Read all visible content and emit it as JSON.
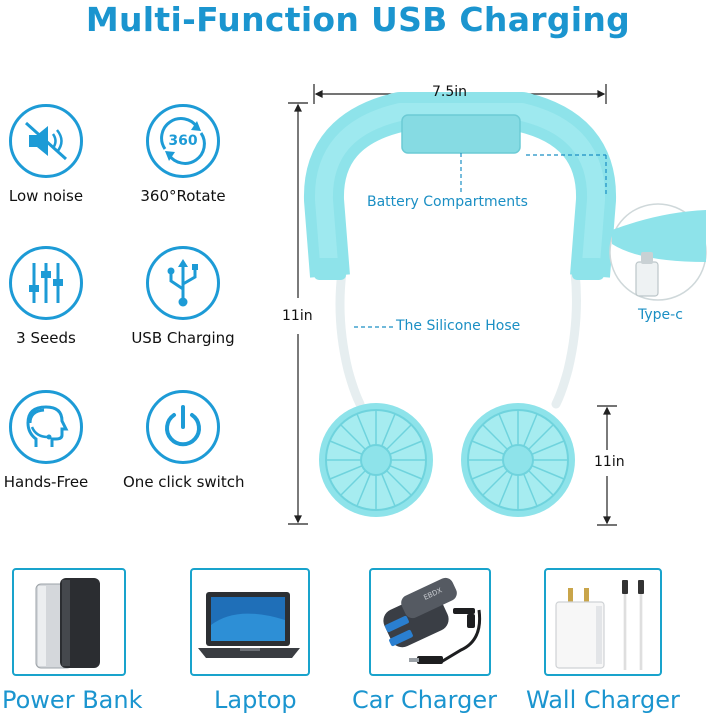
{
  "title": "Multi-Function USB Charging",
  "features": [
    {
      "label": "Low noise",
      "icon": "speaker-mute-icon"
    },
    {
      "label": "360°Rotate",
      "icon": "rotate-360-icon",
      "badge": "360"
    },
    {
      "label": "3 Seeds",
      "icon": "sliders-icon"
    },
    {
      "label": "USB Charging",
      "icon": "usb-icon"
    },
    {
      "label": "Hands-Free",
      "icon": "headset-person-icon"
    },
    {
      "label": "One click switch",
      "icon": "power-icon"
    }
  ],
  "dimensions": {
    "width": "7.5in",
    "height": "11in",
    "fan_height": "11in"
  },
  "annotations": {
    "battery": "Battery Compartments",
    "hose": "The Silicone Hose",
    "port": "Type-c"
  },
  "accessories": [
    {
      "label": "Power Bank",
      "icon": "power-bank-icon"
    },
    {
      "label": "Laptop",
      "icon": "laptop-icon"
    },
    {
      "label": "Car Charger",
      "icon": "car-charger-icon"
    },
    {
      "label": "Wall Charger",
      "icon": "wall-charger-icon"
    }
  ],
  "car_charger_brand": "EBDX",
  "colors": {
    "accent": "#1b95cf",
    "fan_body": "#8ee3ea",
    "fan_dark": "#6fd3dd"
  }
}
